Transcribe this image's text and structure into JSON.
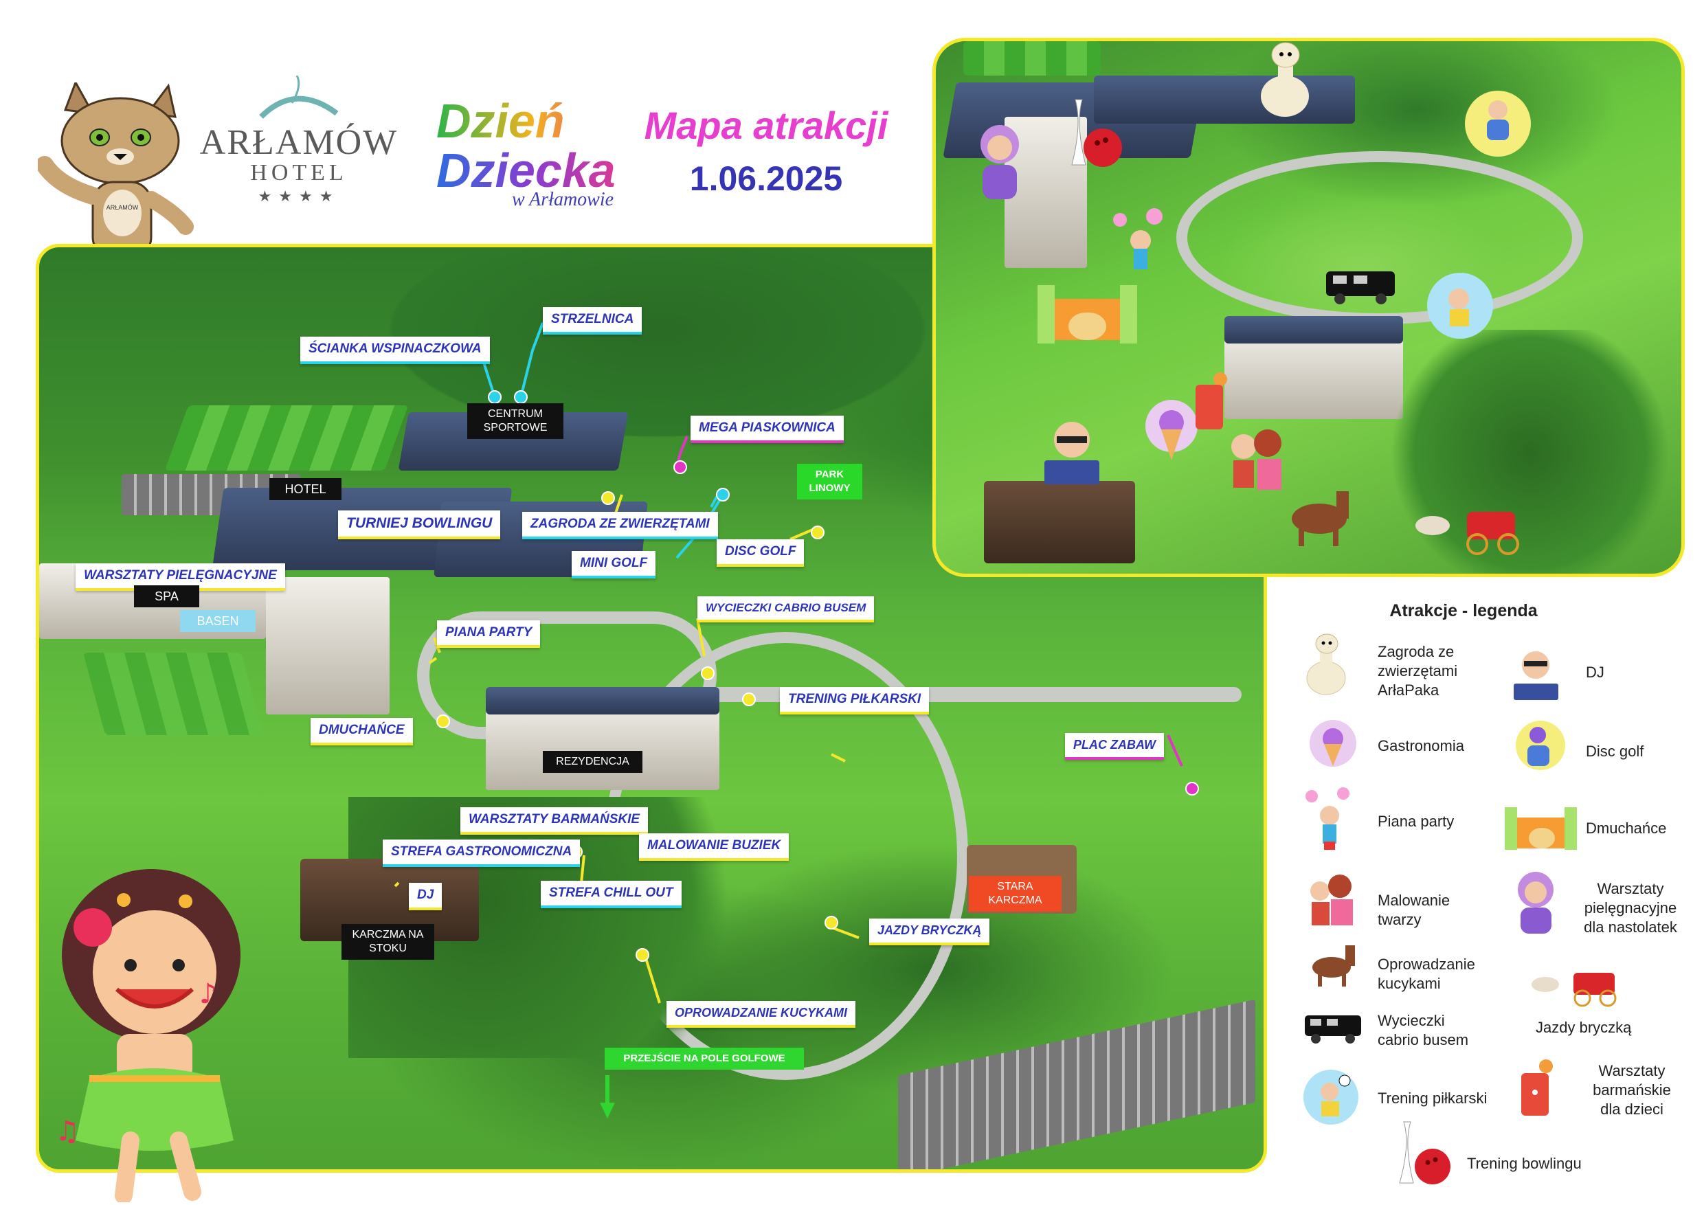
{
  "header": {
    "brand_name": "ARŁAMÓW",
    "brand_sub": "HOTEL",
    "brand_stars": "★★★★",
    "mascot_shirt": "ARŁAMÓW",
    "event_line1": "Dzień",
    "event_line2": "Dziecka",
    "event_line3": "w Arłamowie",
    "title": "Mapa atrakcji",
    "date": "1.06.2025"
  },
  "map_labels": [
    {
      "id": "scianka",
      "text": "ŚCIANKA WSPINACZKOWA"
    },
    {
      "id": "strzelnica",
      "text": "STRZELNICA"
    },
    {
      "id": "mega",
      "text": "MEGA PIASKOWNICA"
    },
    {
      "id": "bowling",
      "text": "TURNIEJ BOWLINGU"
    },
    {
      "id": "zagroda",
      "text": "ZAGRODA ZE ZWIERZĘTAMI"
    },
    {
      "id": "discgolf",
      "text": "DISC GOLF"
    },
    {
      "id": "minigolf",
      "text": "MINI GOLF"
    },
    {
      "id": "warsztaty_piel",
      "text": "WARSZTATY PIELĘGNACYJNE"
    },
    {
      "id": "cabrio",
      "text": "WYCIECZKI CABRIO BUSEM"
    },
    {
      "id": "piana",
      "text": "PIANA PARTY"
    },
    {
      "id": "pilkarski",
      "text": "TRENING PIŁKARSKI"
    },
    {
      "id": "dmuchance",
      "text": "DMUCHAŃCE"
    },
    {
      "id": "plac",
      "text": "PLAC ZABAW"
    },
    {
      "id": "barmanskie",
      "text": "WARSZTATY BARMAŃSKIE"
    },
    {
      "id": "gastro",
      "text": "STREFA GASTRONOMICZNA"
    },
    {
      "id": "buziek",
      "text": "MALOWANIE BUZIEK"
    },
    {
      "id": "dj",
      "text": "DJ"
    },
    {
      "id": "chill",
      "text": "STREFA CHILL OUT"
    },
    {
      "id": "bryczka",
      "text": "JAZDY BRYCZKĄ"
    },
    {
      "id": "kucyki",
      "text": "OPROWADZANIE KUCYKAMI"
    }
  ],
  "map_tags": {
    "centrum": "CENTRUM SPORTOWE",
    "hotel": "HOTEL",
    "park": "PARK LINOWY",
    "spa": "SPA",
    "basen": "BASEN",
    "rezydencja": "REZYDENCJA",
    "karczma_stok": "KARCZMA NA STOKU",
    "stara_karczma": "STARA KARCZMA",
    "golf": "PRZEJŚCIE NA POLE GOLFOWE"
  },
  "legend": {
    "title": "Atrakcje - legenda",
    "items": [
      {
        "label": "Zagroda ze zwierzętami ArłaPaka",
        "icon": "alpaca-icon"
      },
      {
        "label": "DJ",
        "icon": "dj-icon"
      },
      {
        "label": "Gastronomia",
        "icon": "ice-cream-icon"
      },
      {
        "label": "Disc golf",
        "icon": "disc-golf-icon"
      },
      {
        "label": "Piana party",
        "icon": "bubbles-icon"
      },
      {
        "label": "Dmuchańce",
        "icon": "bouncy-castle-icon"
      },
      {
        "label": "Malowanie twarzy",
        "icon": "face-painting-icon"
      },
      {
        "label": "Warsztaty pielęgnacyjne dla nastolatek",
        "icon": "beauty-workshop-icon"
      },
      {
        "label": "Oprowadzanie kucykami",
        "icon": "pony-icon"
      },
      {
        "label": "Jazdy bryczką",
        "icon": "carriage-icon"
      },
      {
        "label": "Wycieczki cabrio busem",
        "icon": "bus-icon"
      },
      {
        "label": "Warsztaty barmańskie dla dzieci",
        "icon": "drink-icon"
      },
      {
        "label": "Trening piłkarski",
        "icon": "football-icon"
      },
      {
        "label": "Trening bowlingu",
        "icon": "bowling-icon"
      }
    ]
  },
  "colors": {
    "label_text": "#2d35b7",
    "accent_yellow": "#f4e82a",
    "accent_cyan": "#2ad3e8",
    "accent_magenta": "#e234c5",
    "title_magenta": "#e63fd0",
    "date_blue": "#3434b4"
  }
}
